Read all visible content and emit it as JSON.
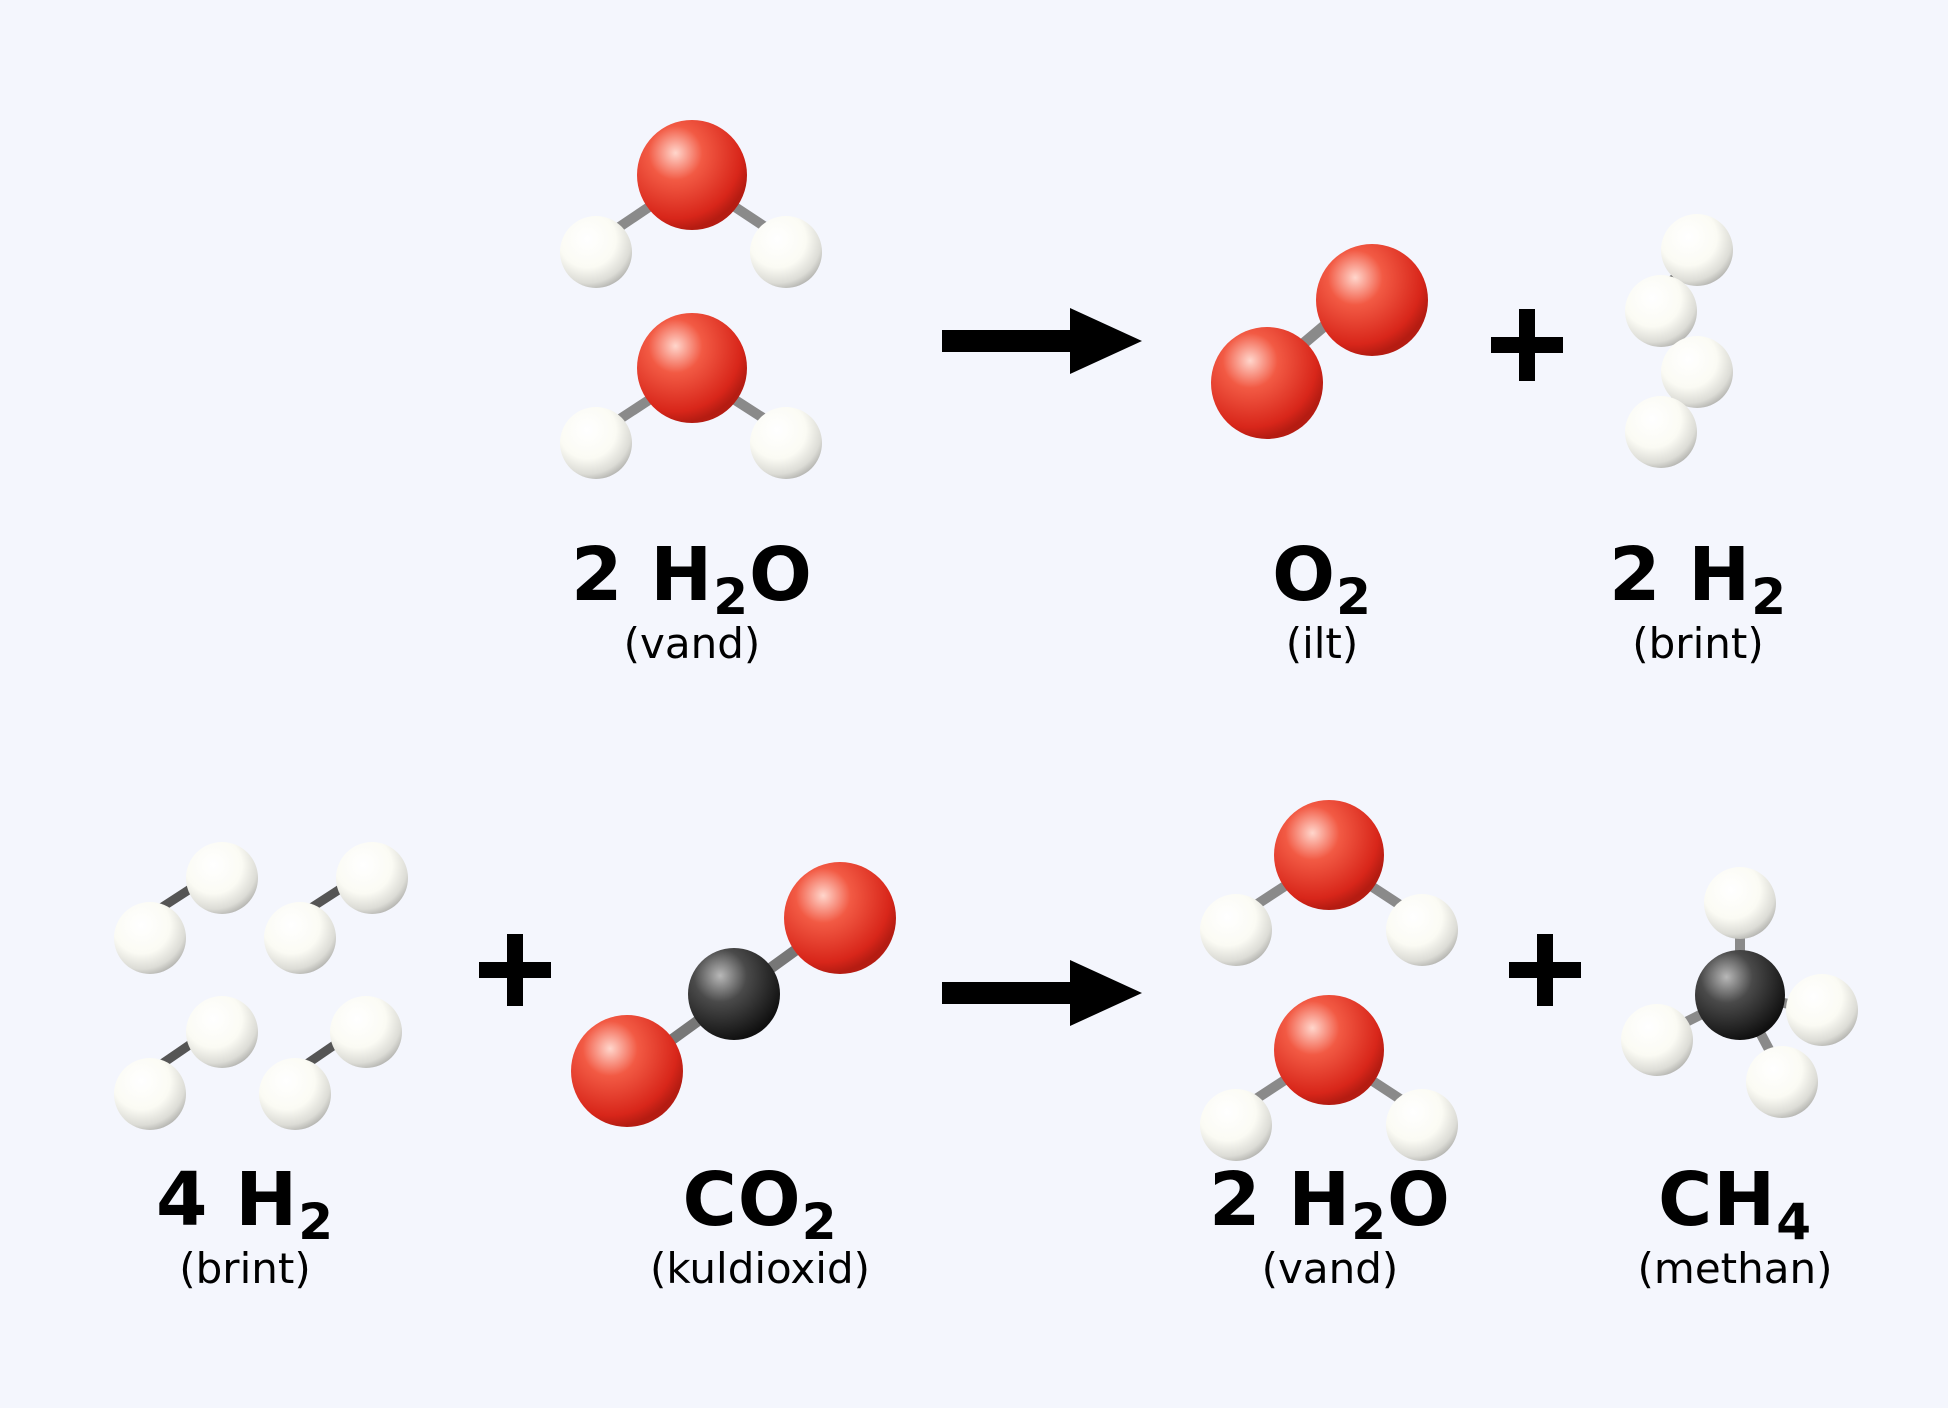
{
  "colors": {
    "background": "#f4f6fd",
    "oxygen": "#e8321f",
    "hydrogen": "#f8f8f2",
    "carbon": "#3a3a3a",
    "bond": "#888888",
    "text": "#000000"
  },
  "reaction1": {
    "reactant": {
      "coef": "2",
      "formula": [
        "H",
        "2",
        "O"
      ],
      "name": "(vand)"
    },
    "product1": {
      "coef": "",
      "formula": [
        "O",
        "2",
        ""
      ],
      "name": "(ilt)"
    },
    "plus": "+",
    "product2": {
      "coef": "2",
      "formula": [
        "H",
        "2",
        ""
      ],
      "name": "(brint)"
    }
  },
  "reaction2": {
    "reactant1": {
      "coef": "4",
      "formula": [
        "H",
        "2",
        ""
      ],
      "name": "(brint)"
    },
    "plus1": "+",
    "reactant2": {
      "coef": "",
      "formula": [
        "CO",
        "2",
        ""
      ],
      "name": "(kuldioxid)"
    },
    "product1": {
      "coef": "2",
      "formula": [
        "H",
        "2",
        "O"
      ],
      "name": "(vand)"
    },
    "plus2": "+",
    "product2": {
      "coef": "",
      "formula": [
        "CH",
        "4",
        ""
      ],
      "name": "(methan)"
    }
  }
}
